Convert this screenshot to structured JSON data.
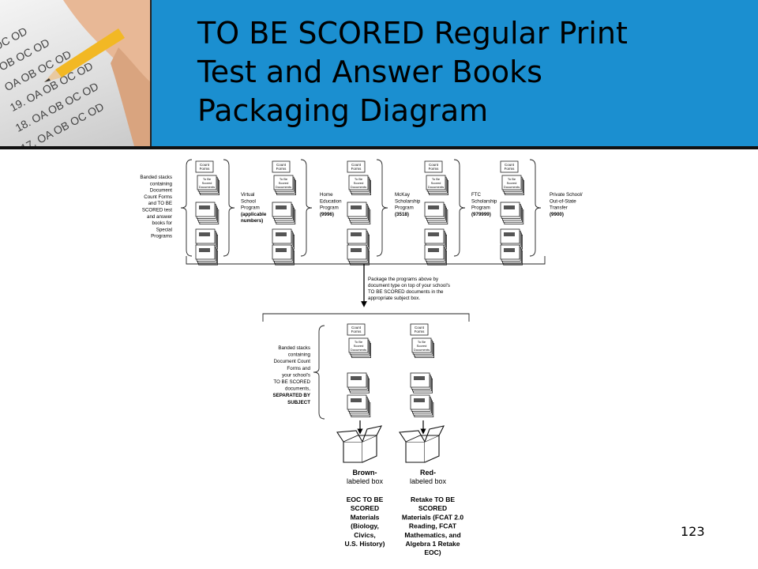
{
  "slide": {
    "title_lines": [
      "TO BE SCORED Regular Print",
      "Test and Answer Books",
      "Packaging Diagram"
    ],
    "page_number": "123"
  },
  "photo": {
    "answer_rows": [
      "17. OA OB OC OD",
      "18. OA OB OC OD",
      "19. OA OB OC OD",
      "OA OB OC OD",
      "OB OC OD",
      "OC OD"
    ]
  },
  "diagram": {
    "stack_labels": {
      "count_forms": [
        "Count",
        "Forms"
      ],
      "to_be_scored": [
        "To Be",
        "Scored",
        "Documents"
      ]
    },
    "left_note": [
      "Banded stacks",
      "containing",
      "Document",
      "Count Forms",
      "and TO BE",
      "SCORED test",
      "and answer",
      "books for",
      "Special",
      "Programs"
    ],
    "programs": [
      {
        "lines": [
          "Virtual",
          "School",
          "Program"
        ],
        "bold_lines": [
          "(applicable",
          "numbers)"
        ]
      },
      {
        "lines": [
          "Home",
          "Education",
          "Program"
        ],
        "bold_lines": [
          "(9996)"
        ]
      },
      {
        "lines": [
          "McKay",
          "Scholarship",
          "Program"
        ],
        "bold_lines": [
          "(3518)"
        ]
      },
      {
        "lines": [
          "FTC",
          "Scholarship",
          "Program"
        ],
        "bold_lines": [
          "(979999)"
        ]
      },
      {
        "lines": [
          "Private School/",
          "Out-of-State",
          "Transfer"
        ],
        "bold_lines": [
          "(9900)"
        ]
      }
    ],
    "middle_note": [
      "Package the programs above by",
      "document type on top of your school's",
      "TO BE SCORED documents in the",
      "appropriate subject box."
    ],
    "lower_note": [
      "Banded stacks",
      "containing",
      "Document Count",
      "Forms and",
      "your school's",
      "TO BE SCORED",
      "documents,"
    ],
    "lower_note_bold": [
      "SEPARATED BY",
      "SUBJECT"
    ],
    "boxes": [
      {
        "label_bold": "Brown-",
        "label": "labeled box",
        "materials": [
          "EOC TO BE",
          "SCORED",
          "Materials",
          "(Biology,",
          "Civics,",
          "U.S. History)"
        ]
      },
      {
        "label_bold": "Red-",
        "label": "labeled box",
        "materials": [
          "Retake TO BE",
          "SCORED",
          "Materials (FCAT 2.0",
          "Reading, FCAT",
          "Mathematics, and",
          "Algebra 1 Retake",
          "EOC)"
        ]
      }
    ]
  }
}
